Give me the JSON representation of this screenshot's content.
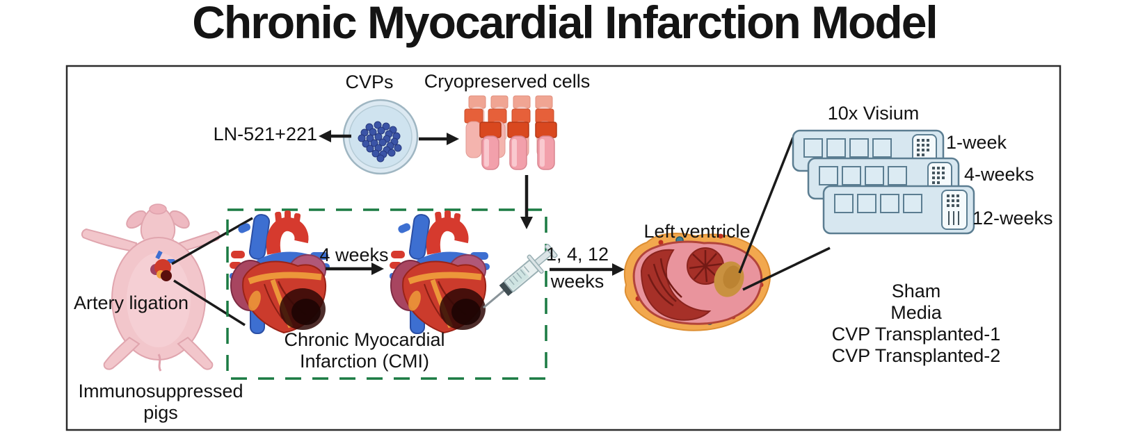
{
  "title": "Chronic Myocardial Infarction Model",
  "cell_prep": {
    "cvps_label": "CVPs",
    "cryopreserved_label": "Cryopreserved cells",
    "laminin_label": "LN-521+221"
  },
  "pig_model": {
    "artery_ligation_label": "Artery ligation",
    "immunosuppressed_line1": "Immunosuppressed",
    "immunosuppressed_line2": "pigs"
  },
  "cmi_box": {
    "interval_label": "4 weeks",
    "caption_line1": "Chronic Myocardial",
    "caption_line2": "Infarction (CMI)"
  },
  "injection": {
    "timepoints_line1": "1, 4, 12",
    "timepoints_line2": "weeks"
  },
  "cross_section": {
    "label": "Left ventricle"
  },
  "visium": {
    "platform_label": "10x Visium",
    "slide_labels": [
      "1-week",
      "4-weeks",
      "12-weeks"
    ]
  },
  "experimental_groups": [
    "Sham",
    "Media",
    "CVP Transplanted-1",
    "CVP Transplanted-2"
  ],
  "colors": {
    "frame_border": "#2b2b2b",
    "dashed_box_green": "#1b7b43",
    "arrow_black": "#1a1a1a",
    "slide_fill": "#d7e7f0",
    "slide_border": "#5b7d91",
    "petri_fill": "#cfe3ef",
    "cell_blue": "#3b54a6",
    "vial_cap_orange": "#d9481f",
    "vial_body_pink": "#f2a0ab",
    "pig_pink": "#f2c6cb",
    "heart_red": "#cb3b2c",
    "heart_blue": "#3d6fd1",
    "fat_orange": "#efa23c",
    "myocardium_pink": "#e9949d",
    "cavity_dark_red": "#a63028",
    "infarct_gold": "#c99140"
  }
}
